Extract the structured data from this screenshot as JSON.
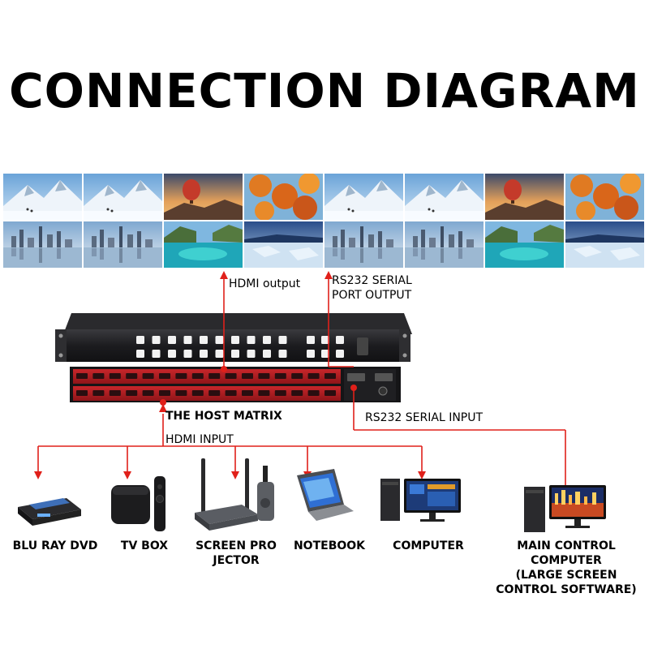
{
  "title": "CONNECTION DIAGRAM",
  "labels": {
    "hdmi_output": "HDMI output",
    "rs232_output_line1": "RS232 SERIAL",
    "rs232_output_line2": "PORT OUTPUT",
    "host_matrix": "THE HOST MATRIX",
    "rs232_input": "RS232 SERIAL INPUT",
    "hdmi_input": "HDMI INPUT"
  },
  "devices": [
    {
      "name": "BLU RAY DVD"
    },
    {
      "name": "TV BOX"
    },
    {
      "name": "SCREEN PRO JECTOR",
      "line1": "SCREEN PRO",
      "line2": "JECTOR"
    },
    {
      "name": "NOTEBOOK"
    },
    {
      "name": "COMPUTER"
    },
    {
      "name": "MAIN CONTROL COMPUTER (LARGE SCREEN CONTROL SOFTWARE)",
      "line1": "MAIN CONTROL",
      "line2": "COMPUTER",
      "line3": "(LARGE SCREEN",
      "line4": "CONTROL SOFTWARE)"
    }
  ],
  "colors": {
    "line": "#e0201a",
    "chassis": "#1b1b1d",
    "port_panel": "#b62025"
  },
  "video_wall": {
    "top_row": [
      "snow-mountain",
      "snow-mountain",
      "hot-air-balloon",
      "autumn-leaves",
      "snow-mountain",
      "snow-mountain",
      "hot-air-balloon",
      "autumn-leaves"
    ],
    "bottom_row": [
      "city-skyline",
      "city-skyline",
      "tropical-lagoon",
      "frozen-lake",
      "city-skyline",
      "city-skyline",
      "tropical-lagoon",
      "frozen-lake"
    ]
  }
}
